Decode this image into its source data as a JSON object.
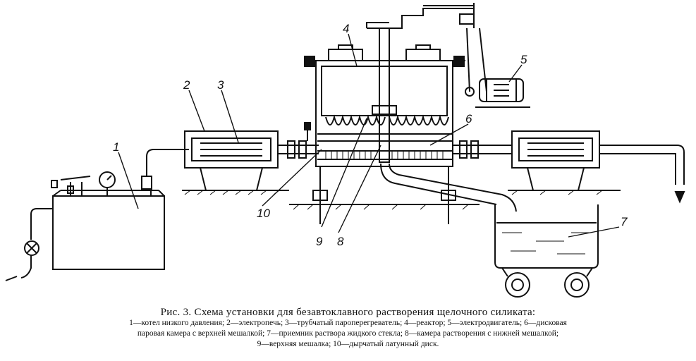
{
  "labels": {
    "n1": "1",
    "n2": "2",
    "n3": "3",
    "n4": "4",
    "n5": "5",
    "n6": "6",
    "n7": "7",
    "n8": "8",
    "n9": "9",
    "n10": "10"
  },
  "caption": {
    "title": "Рис. 3. Схема установки для безавтоклавного растворения щелочного силиката:",
    "line1": "1—котел низкого давления; 2—электропечь; 3—трубчатый пароперегреватель; 4—реактор; 5—электродвигатель; 6—дисковая",
    "line2": "паровая камера с верхней мешалкой; 7—приемник раствора жидкого стекла; 8—камера растворения с нижней мешалкой;",
    "line3": "9—верхняя мешалка; 10—дырчатый латунный диск."
  }
}
